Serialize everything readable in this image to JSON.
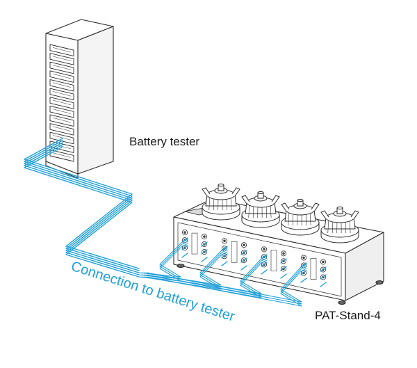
{
  "labels": {
    "battery_tester": "Battery tester",
    "stand": "PAT-Stand-4",
    "connection": "Connection to battery tester"
  },
  "colors": {
    "cable": "#1e9fd8",
    "line": "#2a2a2a",
    "background": "#ffffff"
  },
  "counts": {
    "rack_slots": 13,
    "stand_modules": 4
  }
}
